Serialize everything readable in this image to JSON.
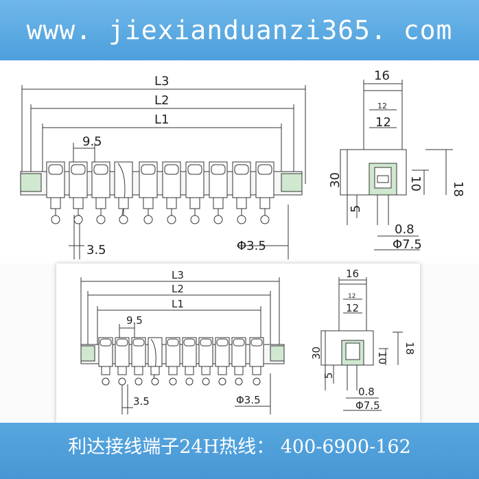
{
  "header": {
    "url": "www. jiexianduanzi365. com"
  },
  "footer": {
    "hotline": "利达接线端子24H热线： 400-6900-162"
  },
  "drawing": {
    "front_view": {
      "L3": "L3",
      "L2": "L2",
      "L1": "L1",
      "pitch": "9.5",
      "pin_offset": "3.5",
      "pin_diameter": "Φ3.5"
    },
    "side_view": {
      "width_outer": "16",
      "width_inner_small": "12",
      "width_inner": "12",
      "height_total": "30",
      "height_18": "18",
      "height_10": "10",
      "pin_length": "5",
      "pin_thickness": "0.8",
      "pin_spacing": "Φ7.5"
    }
  },
  "colors": {
    "banner": "#5aa9e0",
    "line": "#333333"
  }
}
